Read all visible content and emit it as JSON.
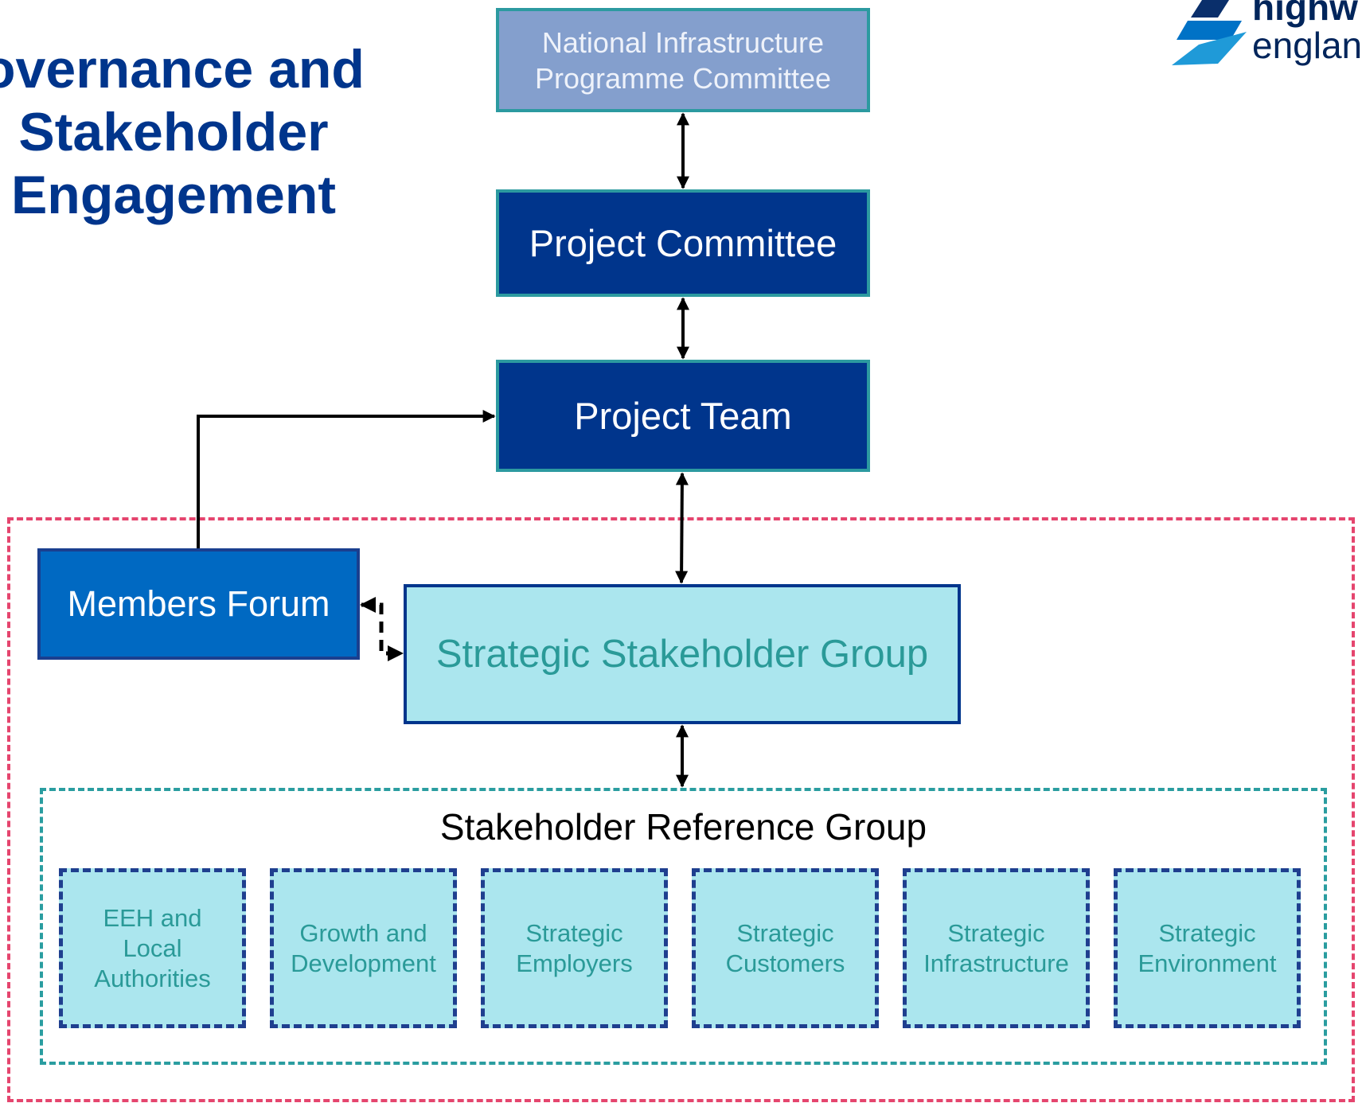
{
  "title": {
    "lines": [
      "overnance and",
      "Stakeholder",
      "Engagement"
    ]
  },
  "logo": {
    "word1": "highw",
    "word2": "englan"
  },
  "diagram": {
    "national_committee": [
      "National Infrastructure",
      "Programme Committee"
    ],
    "project_committee": "Project Committee",
    "project_team": "Project Team",
    "members_forum": "Members Forum",
    "strategic_stakeholder_group": "Strategic Stakeholder Group",
    "stakeholder_reference_group": "Stakeholder Reference Group",
    "sub_groups": [
      [
        "EEH and",
        "Local",
        "Authorities"
      ],
      [
        "Growth and",
        "Development"
      ],
      [
        "Strategic",
        "Employers"
      ],
      [
        "Strategic",
        "Customers"
      ],
      [
        "Strategic",
        "Infrastructure"
      ],
      [
        "Strategic",
        "Environment"
      ]
    ]
  },
  "colors": {
    "title": "#00358c",
    "dark_box": "#00358c",
    "light_box": "#abe6ee",
    "members_box": "#0069c2",
    "national_box": "#849fcd",
    "outer_dashed": "#e5456e",
    "inner_dashed": "#2a9da0"
  }
}
